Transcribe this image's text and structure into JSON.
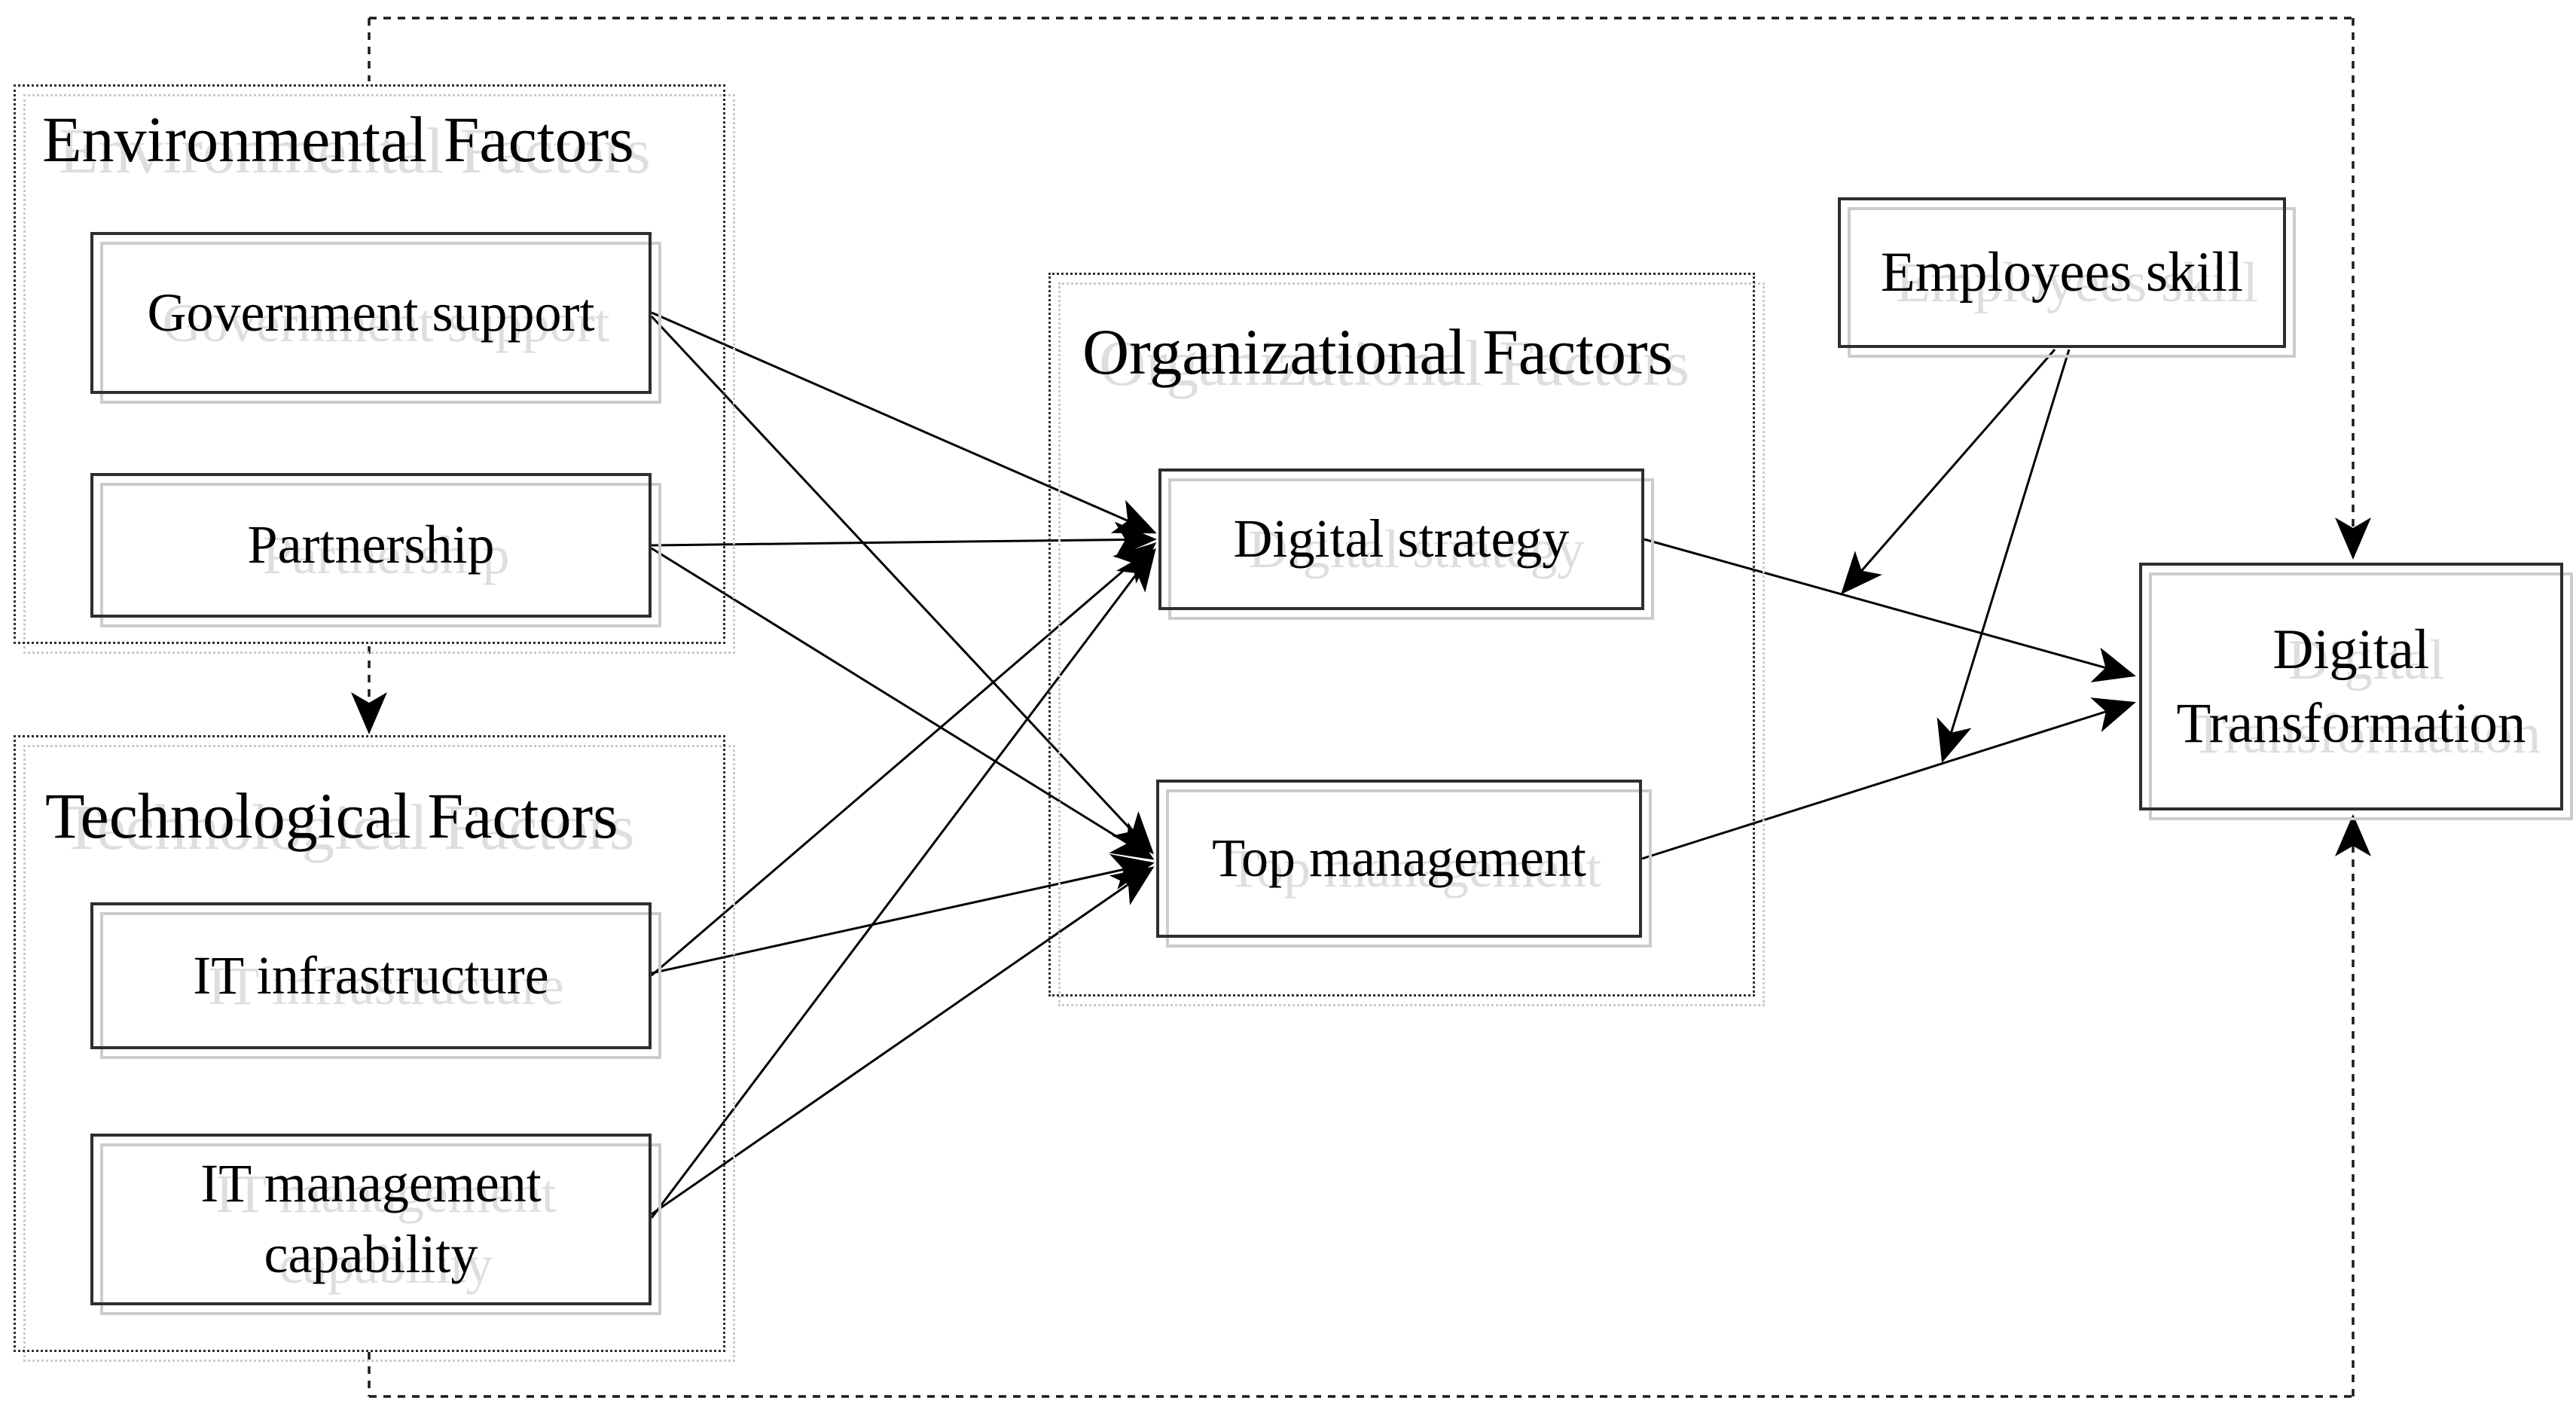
{
  "groups": {
    "environmental": {
      "title": "Environmental Factors"
    },
    "technological": {
      "title": "Technological Factors"
    },
    "organizational": {
      "title": "Organizational Factors"
    }
  },
  "nodes": {
    "government_support": "Government support",
    "partnership": "Partnership",
    "it_infrastructure": "IT infrastructure",
    "it_management_capability": "IT management capability",
    "digital_strategy": "Digital strategy",
    "top_management": "Top management",
    "employees_skill": "Employees skill",
    "digital_transformation": "Digital Transformation"
  },
  "edges": [
    {
      "from": "Government support",
      "to": "Digital strategy",
      "style": "solid"
    },
    {
      "from": "Government support",
      "to": "Top management",
      "style": "solid"
    },
    {
      "from": "Partnership",
      "to": "Digital strategy",
      "style": "solid"
    },
    {
      "from": "Partnership",
      "to": "Top management",
      "style": "solid"
    },
    {
      "from": "IT infrastructure",
      "to": "Digital strategy",
      "style": "solid"
    },
    {
      "from": "IT infrastructure",
      "to": "Top management",
      "style": "solid"
    },
    {
      "from": "IT management capability",
      "to": "Digital strategy",
      "style": "solid"
    },
    {
      "from": "IT management capability",
      "to": "Top management",
      "style": "solid"
    },
    {
      "from": "Digital strategy",
      "to": "Digital Transformation",
      "style": "solid"
    },
    {
      "from": "Top management",
      "to": "Digital Transformation",
      "style": "solid"
    },
    {
      "from": "Employees skill",
      "to": "Digital strategy → Digital Transformation path",
      "style": "solid",
      "moderation": true
    },
    {
      "from": "Employees skill",
      "to": "Top management → Digital Transformation path",
      "style": "solid",
      "moderation": true
    },
    {
      "from": "Environmental Factors",
      "to": "Technological Factors",
      "style": "dotted"
    },
    {
      "from": "feedback frame top",
      "to": "Digital Transformation",
      "style": "dotted"
    },
    {
      "from": "feedback frame bottom",
      "to": "Digital Transformation",
      "style": "dotted"
    }
  ],
  "colors": {
    "line": "#000000",
    "border": "#2e2e2e",
    "shadow": "#cccccc",
    "text": "#000000",
    "text_shadow": "#dedede",
    "background": "#ffffff"
  }
}
